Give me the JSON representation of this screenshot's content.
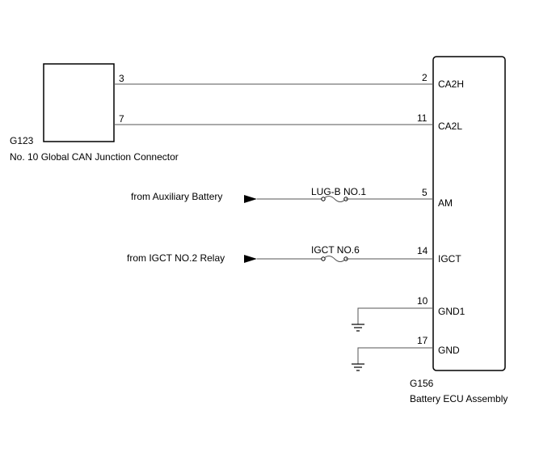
{
  "connector": {
    "code": "G123",
    "name": "No. 10 Global CAN Junction Connector",
    "pins": [
      "3",
      "7"
    ]
  },
  "ecu": {
    "code": "G156",
    "name": "Battery ECU Assembly"
  },
  "wires": [
    {
      "from_pin": "3",
      "ecu_pin": "2",
      "terminal": "CA2H"
    },
    {
      "from_pin": "7",
      "ecu_pin": "11",
      "terminal": "CA2L"
    },
    {
      "source": "from Auxiliary Battery",
      "fuse": "LUG-B NO.1",
      "ecu_pin": "5",
      "terminal": "AM"
    },
    {
      "source": "from IGCT NO.2 Relay",
      "fuse": "IGCT NO.6",
      "ecu_pin": "14",
      "terminal": "IGCT"
    },
    {
      "ground": true,
      "ecu_pin": "10",
      "terminal": "GND1"
    },
    {
      "ground": true,
      "ecu_pin": "17",
      "terminal": "GND"
    }
  ]
}
